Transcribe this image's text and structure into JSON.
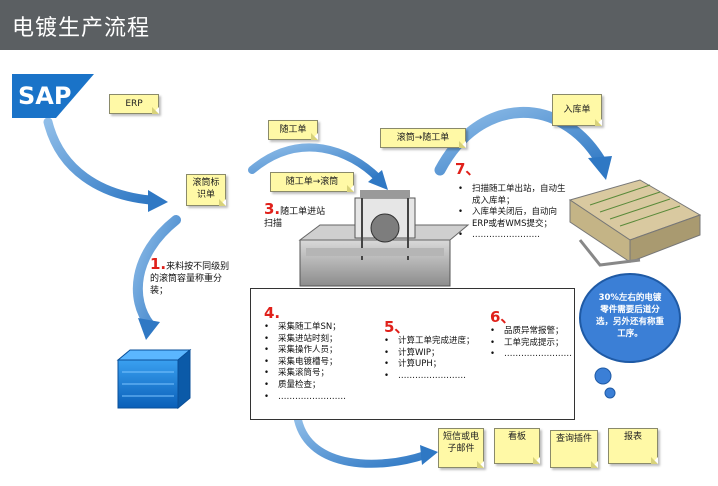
{
  "header": {
    "title": "电镀生产流程"
  },
  "logo": {
    "text": "SAP"
  },
  "notes": {
    "erp": "ERP",
    "route_tag": "滚筒标识单",
    "traveler": "随工单",
    "traveler_to_drum": "随工单→滚筒",
    "drum_to_traveler": "滚筒→随工单",
    "warehouse_doc": "入库单",
    "sms": "短信或电子邮件",
    "kanban": "看板",
    "query": "查询插件",
    "report": "报表"
  },
  "steps": {
    "s1": {
      "num": "1.",
      "text": "来料按不同级别的滚筒容量称重分装；"
    },
    "s3": {
      "num": "3.",
      "text": "随工单进站扫描"
    },
    "s4": {
      "num": "4.",
      "items": [
        "采集随工单SN；",
        "采集进站时刻；",
        "采集操作人员；",
        "采集电镀槽号；",
        "采集滚筒号；",
        "质量检查；",
        "……………………"
      ]
    },
    "s5": {
      "num": "5、",
      "items": [
        "计算工单完成进度；",
        "计算WIP；",
        "计算UPH；",
        "……………………"
      ]
    },
    "s6": {
      "num": "6、",
      "items": [
        "品质异常报警；",
        "工单完成提示；",
        "……………………"
      ]
    },
    "s7": {
      "num": "7、",
      "items": [
        "扫描随工单出站，自动生成入库单；",
        "入库单关闭后，自动向ERP或者WMS提交；",
        "……………………"
      ]
    }
  },
  "cloud": {
    "text": "30%左右的电镀零件需要后道分选，另外还有称重工序。"
  },
  "colors": {
    "arrow": "#2f78c4",
    "note": "#fff9a6",
    "title_bar": "#5b5f62",
    "step_number": "#e0201a"
  }
}
